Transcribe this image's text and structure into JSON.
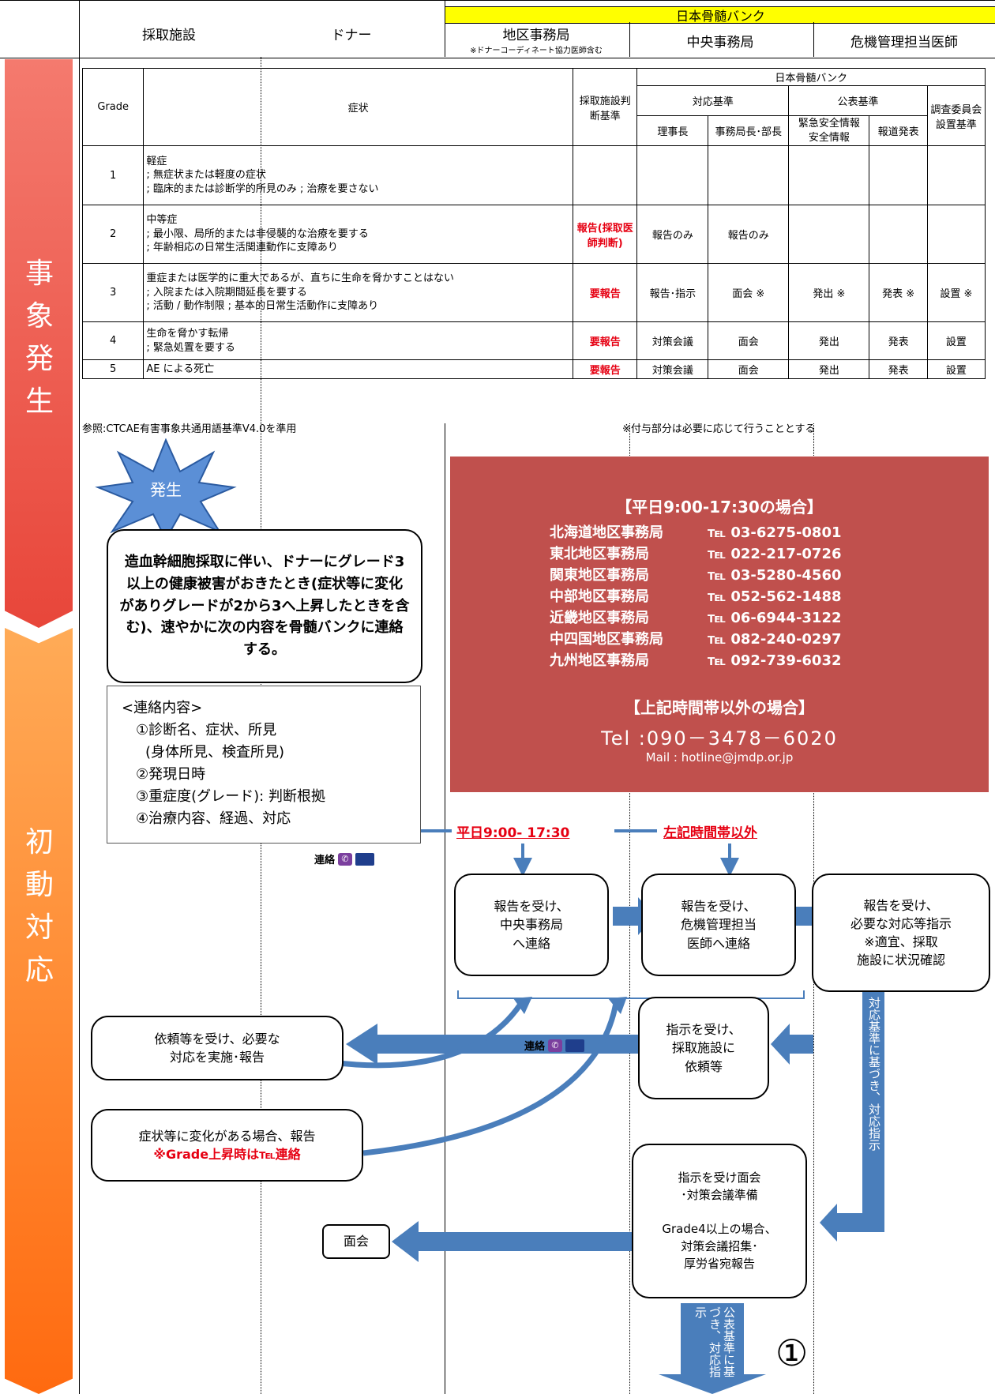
{
  "header": {
    "facility": "採取施設",
    "donor": "ドナー",
    "jmdp": "日本骨髄バンク",
    "district": "地区事務局",
    "district_note": "※ドナーコーディネート協力医師含む",
    "central": "中央事務局",
    "doctor": "危機管理担当医師"
  },
  "phases": {
    "occurrence": "事象発生",
    "initial": "初動対応"
  },
  "grade_table": {
    "col_grade": "Grade",
    "col_symptom": "症状",
    "col_facility": "採取施設判断基準",
    "col_jmdp": "日本骨髄バンク",
    "col_response": "対応基準",
    "col_public": "公表基準",
    "col_committee": "調査委員会設置基準",
    "col_chairman": "理事長",
    "col_director": "事務局長･部長",
    "col_emergency": "緊急安全情報\n安全情報",
    "col_press": "報道発表",
    "rows": [
      {
        "grade": "1",
        "symptom": "軽症\n; 無症状または軽度の症状\n; 臨床的または診断学的所見のみ ; 治療を要さない",
        "facility": "",
        "chairman": "",
        "director": "",
        "emergency": "",
        "press": "",
        "committee": ""
      },
      {
        "grade": "2",
        "symptom": "中等症\n; 最小限、局所的または非侵襲的な治療を要する\n; 年齢相応の日常生活関連動作に支障あり",
        "facility": "報告(採取医師判断)",
        "chairman": "報告のみ",
        "director": "報告のみ",
        "emergency": "",
        "press": "",
        "committee": ""
      },
      {
        "grade": "3",
        "symptom": "重症または医学的に重大であるが、直ちに生命を脅かすことはない\n; 入院または入院期間延長を要する\n; 活動 / 動作制限 ; 基本的日常生活動作に支障あり",
        "facility": "要報告",
        "chairman": "報告･指示",
        "director": "面会 ※",
        "emergency": "発出 ※",
        "press": "発表 ※",
        "committee": "設置 ※"
      },
      {
        "grade": "4",
        "symptom": "生命を脅かす転帰\n; 緊急処置を要する",
        "facility": "要報告",
        "chairman": "対策会議",
        "director": "面会",
        "emergency": "発出",
        "press": "発表",
        "committee": "設置"
      },
      {
        "grade": "5",
        "symptom": "AE による死亡",
        "facility": "要報告",
        "chairman": "対策会議",
        "director": "面会",
        "emergency": "発出",
        "press": "発表",
        "committee": "設置"
      }
    ],
    "ref_note": "参照:CTCAE有害事象共通用語基準V4.0を準用",
    "asterisk_note": "※付与部分は必要に応じて行うこととする"
  },
  "burst_label": "発生",
  "occurrence_box": "造血幹細胞採取に伴い、ドナーにグレード3以上の健康被害がおきたとき(症状等に変化がありグレードが2から3へ上昇したときを含む)、速やかに次の内容を骨髄バンクに連絡する。",
  "contact_box": {
    "title": "<連絡内容>",
    "items": [
      "①診断名、症状、所見",
      "(身体所見、検査所見)",
      "②発現日時",
      "③重症度(グレード): 判断根拠",
      "④治療内容、経過、対応"
    ]
  },
  "hotline": {
    "weekday_title": "【平日9:00-17:30の場合】",
    "offices": [
      {
        "name": "北海道地区事務局",
        "tel": "℡ 03-6275-0801"
      },
      {
        "name": "東北地区事務局",
        "tel": "℡ 022-217-0726"
      },
      {
        "name": "関東地区事務局",
        "tel": "℡ 03-5280-4560"
      },
      {
        "name": "中部地区事務局",
        "tel": "℡ 052-562-1488"
      },
      {
        "name": "近畿地区事務局",
        "tel": "℡ 06-6944-3122"
      },
      {
        "name": "中四国地区事務局",
        "tel": "℡ 082-240-0297"
      },
      {
        "name": "九州地区事務局",
        "tel": "℡ 092-739-6032"
      }
    ],
    "offhours_title": "【上記時間帯以外の場合】",
    "offhours_tel": "Tel :090－3478－6020",
    "offhours_mail": "Mail : hotline@jmdp.or.jp"
  },
  "route_weekday": "平日9:00- 17:30",
  "route_offhours": "左記時間帯以外",
  "contact_label": "連絡",
  "flow": {
    "district_receive": "報告を受け、\n中央事務局\nへ連絡",
    "central_receive": "報告を受け、\n危機管理担当\n医師へ連絡",
    "doctor_instruct": "報告を受け、\n必要な対応等指示\n※適宜、採取\n施設に状況確認",
    "central_request": "指示を受け、\n採取施設に\n依頼等",
    "facility_action": "依頼等を受け、必要な\n対応を実施･報告",
    "facility_change": "症状等に変化がある場合、報告",
    "facility_change_note": "※Grade上昇時は℡連絡",
    "meeting_label": "面会",
    "central_meeting": "指示を受け面会\n･対策会議準備\n\nGrade4以上の場合、\n対策会議招集･\n厚労省宛報告",
    "arrow_response": "対応基準に基づき、対応指示",
    "arrow_public": "公表基準に基づき、対応指示",
    "page_marker": "①"
  }
}
